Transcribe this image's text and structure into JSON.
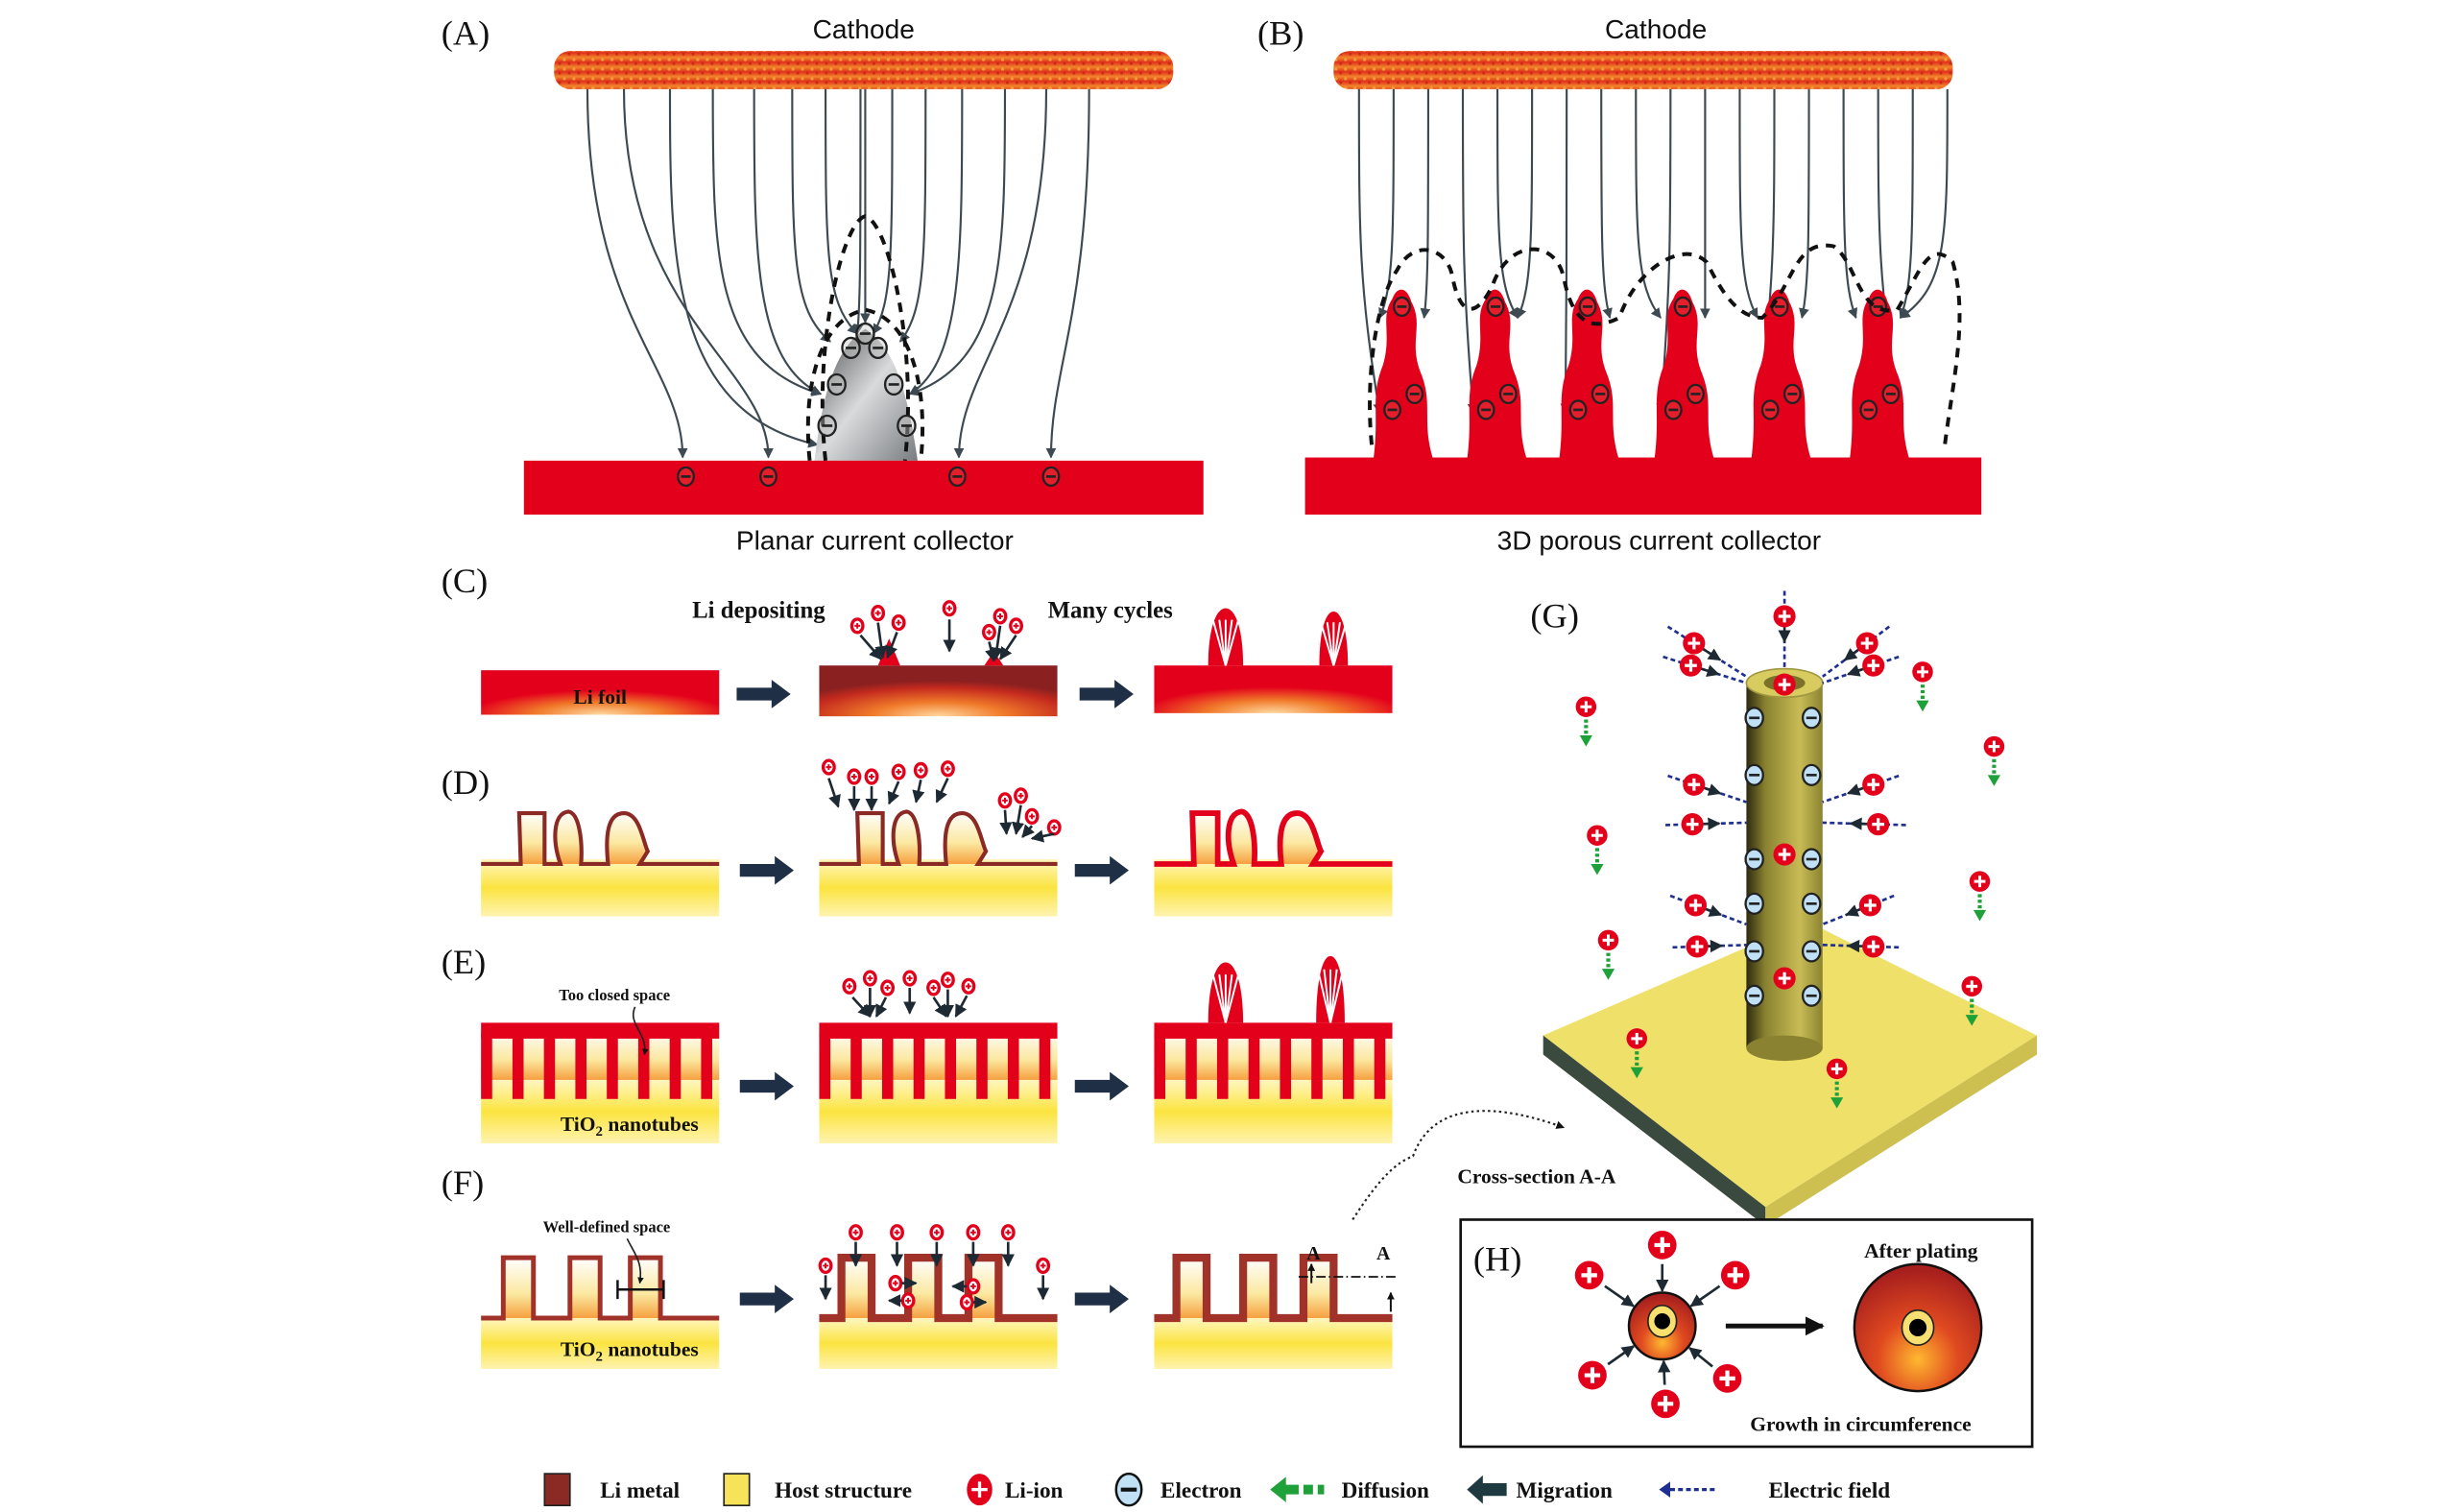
{
  "figure": {
    "panels": {
      "A": {
        "label": "(A)",
        "top": "Cathode",
        "bottom": "Planar current collector"
      },
      "B": {
        "label": "(B)",
        "top": "Cathode",
        "bottom": "3D porous current collector"
      },
      "C": {
        "label": "(C)",
        "step1_label": "Li foil",
        "step2_title": "Li depositing",
        "step3_title": "Many cycles"
      },
      "D": {
        "label": "(D)"
      },
      "E": {
        "label": "(E)",
        "annotation": "Too closed space",
        "substrate": "TiO",
        "substrate_sub": "2",
        "substrate_rest": " nanotubes"
      },
      "F": {
        "label": "(F)",
        "annotation": "Well-defined space",
        "substrate": "TiO",
        "substrate_sub": "2",
        "substrate_rest": " nanotubes",
        "section_mark": "A"
      },
      "G": {
        "label": "(G)"
      },
      "H": {
        "label": "(H)",
        "caption_above": "Cross-section A-A",
        "after": "After plating",
        "growth": "Growth in circumference"
      }
    },
    "legend": [
      {
        "icon": "li-metal-swatch",
        "label": "Li metal",
        "color": "#8b2a25"
      },
      {
        "icon": "host-structure-swatch",
        "label": "Host structure",
        "color": "#f6e35a"
      },
      {
        "icon": "li-ion-icon",
        "label": "Li-ion",
        "color": "#e3001b"
      },
      {
        "icon": "electron-icon",
        "label": "Electron",
        "color": "#bfe0f5"
      },
      {
        "icon": "diffusion-arrow-icon",
        "label": "Diffusion",
        "color": "#1fa13a"
      },
      {
        "icon": "migration-arrow-icon",
        "label": "Migration",
        "color": "#1e3a40"
      },
      {
        "icon": "electric-field-arrow-icon",
        "label": "Electric field",
        "color": "#1f2f8f"
      }
    ],
    "colors": {
      "li_red": "#e3001b",
      "cathode_orange": "#e8501a",
      "host_yellow": "#f8e34a",
      "dark_arrow": "#1f2f45"
    }
  }
}
